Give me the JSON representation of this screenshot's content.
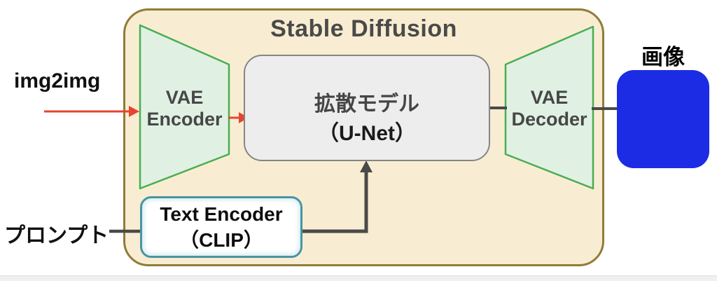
{
  "diagram": {
    "title": "Stable Diffusion",
    "inputs": {
      "img2img_label": "img2img",
      "prompt_label": "プロンプト"
    },
    "output": {
      "image_label": "画像"
    },
    "blocks": {
      "vae_encoder": {
        "line1": "VAE",
        "line2": "Encoder"
      },
      "diffusion_model": {
        "line1": "拡散モデル",
        "line2": "（U-Net）"
      },
      "vae_decoder": {
        "line1": "VAE",
        "line2": "Decoder"
      },
      "text_encoder": {
        "line1": "Text Encoder",
        "line2": "（CLIP）"
      }
    },
    "connections": [
      {
        "from": "img2img",
        "to": "vae_encoder",
        "style": "red-arrow"
      },
      {
        "from": "vae_encoder",
        "to": "diffusion_model",
        "style": "red-arrow"
      },
      {
        "from": "diffusion_model",
        "to": "vae_decoder",
        "style": "dark-line"
      },
      {
        "from": "vae_decoder",
        "to": "image",
        "style": "dark-line"
      },
      {
        "from": "prompt",
        "to": "text_encoder",
        "style": "dark-line"
      },
      {
        "from": "text_encoder",
        "to": "diffusion_model",
        "style": "dark-arrow-up"
      }
    ],
    "colors": {
      "container_fill": "#f8edd2",
      "container_border": "#8f7c38",
      "trapezoid_fill": "#e0f1e3",
      "trapezoid_border": "#4aad52",
      "unet_fill": "#ededed",
      "unet_border": "#858585",
      "text_encoder_border": "#4995a1",
      "image_fill": "#1c2ce4",
      "red_arrow": "#e8432f",
      "dark_line": "#4a4a4a",
      "title_text": "#4a4a4a"
    }
  }
}
